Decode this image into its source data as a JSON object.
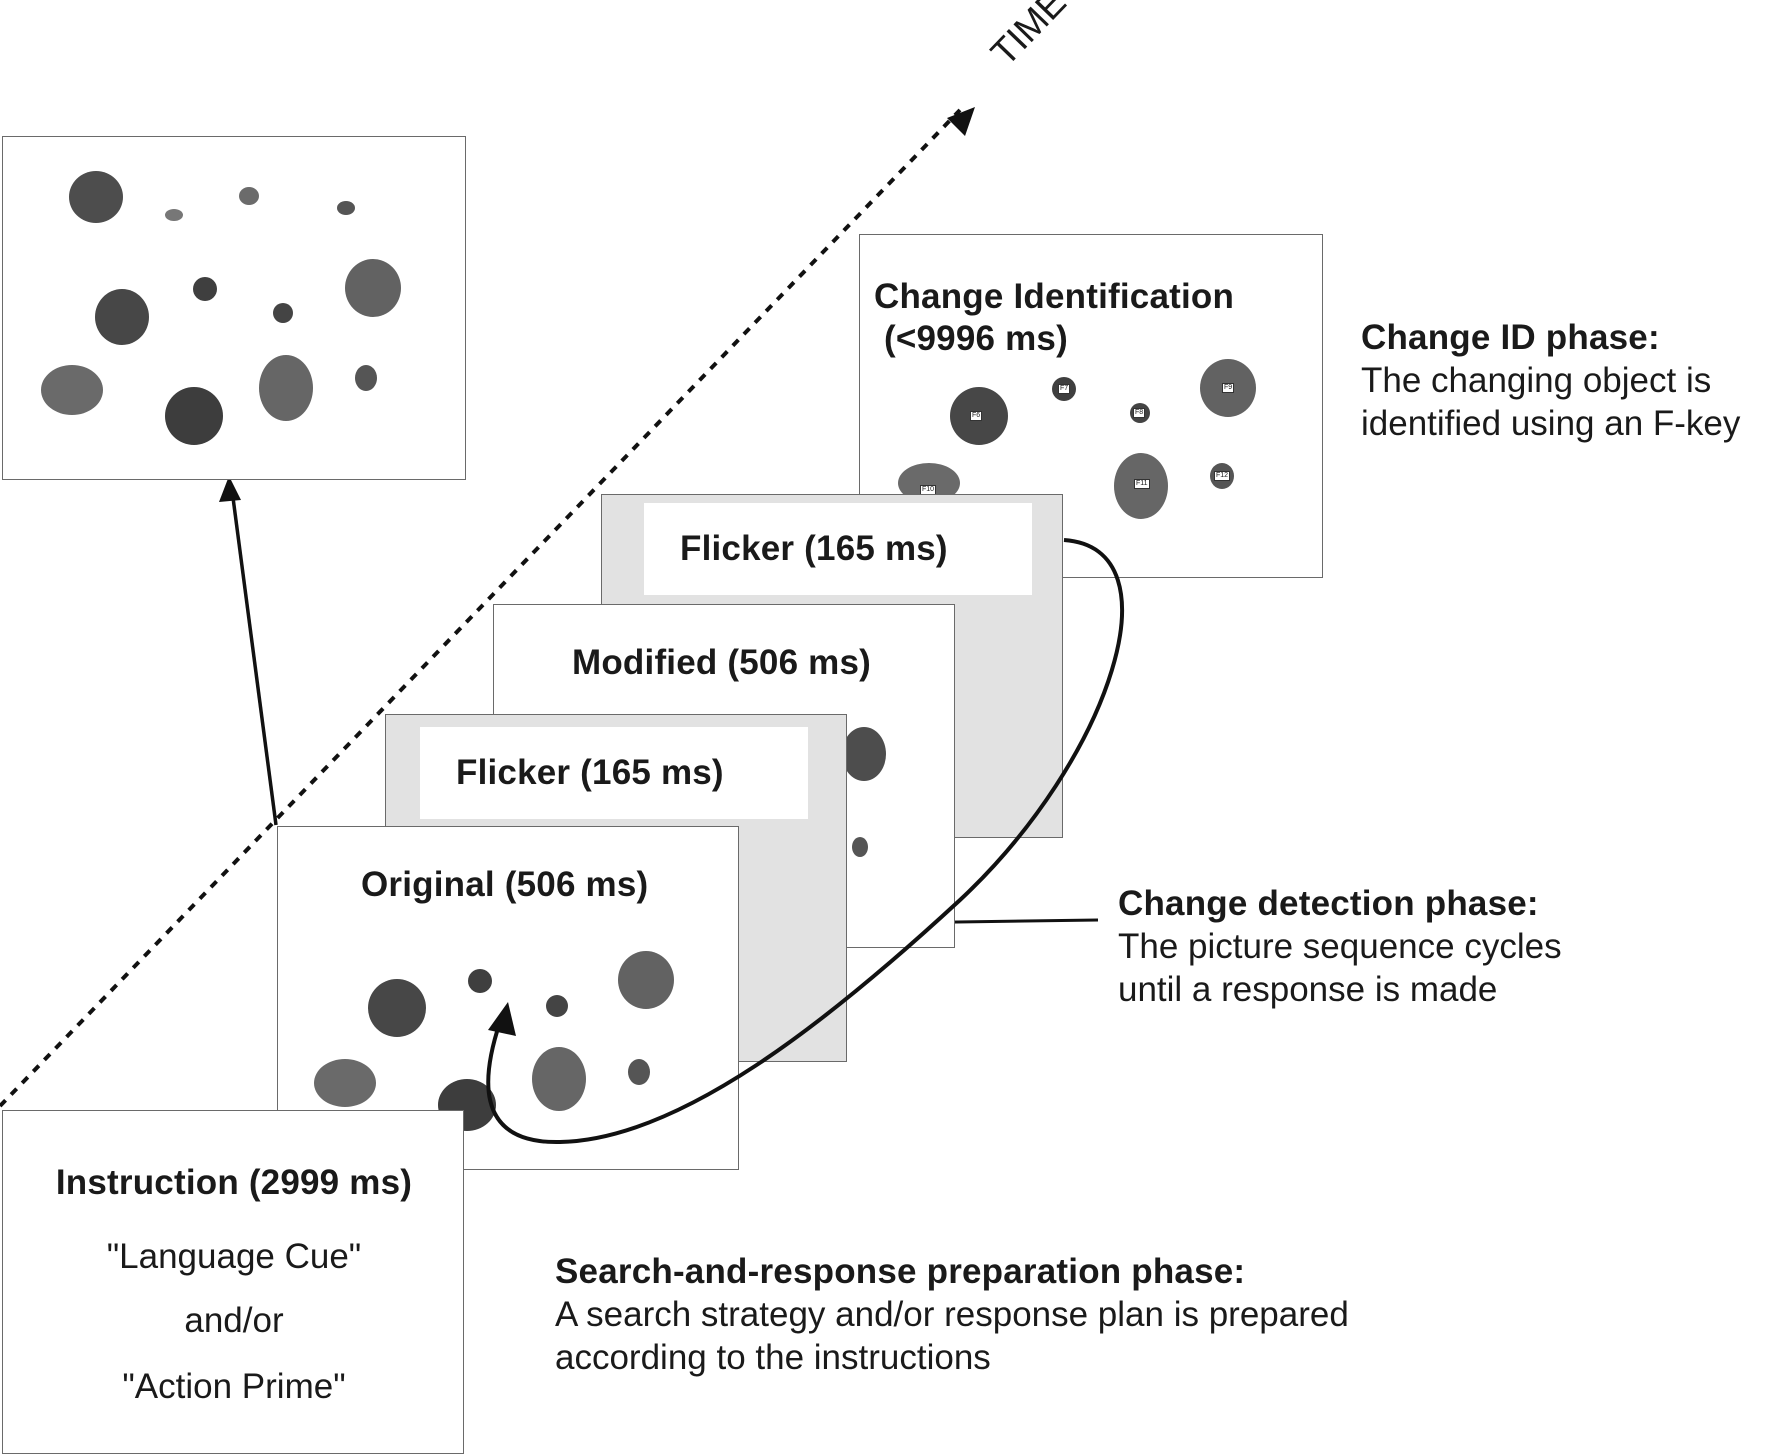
{
  "axis": {
    "label": "TIME"
  },
  "screens": {
    "identification": {
      "title_line1": "Change Identification",
      "title_line2": "(<9996 ms)"
    },
    "flicker2": {
      "title": "Flicker (165 ms)"
    },
    "modified": {
      "title": "Modified (506 ms)"
    },
    "flicker1": {
      "title": "Flicker (165 ms)"
    },
    "original": {
      "title": "Original (506 ms)"
    },
    "instruction": {
      "title": "Instruction (2999 ms)",
      "cue1": "\"Language Cue\"",
      "connector": "and/or",
      "cue2": "\"Action Prime\""
    }
  },
  "phases": {
    "change_id": {
      "heading": "Change ID phase:",
      "line1": "The changing object is",
      "line2": "identified using an F-key"
    },
    "change_detection": {
      "heading": "Change detection phase:",
      "line1": "The picture sequence cycles",
      "line2": "until a response is made"
    },
    "search_response": {
      "heading": "Search-and-response preparation phase:",
      "line1": "A search strategy and/or response plan is prepared",
      "line2": "according to the instructions"
    }
  },
  "key_labels": [
    "F6",
    "F7",
    "F8",
    "F9",
    "F10",
    "F11",
    "F12"
  ],
  "colors": {
    "frame_border": "#6a6a6a",
    "flicker_gray": "#e2e2e2",
    "text": "#1a1a1a",
    "fruit": "#5a5a5a"
  }
}
